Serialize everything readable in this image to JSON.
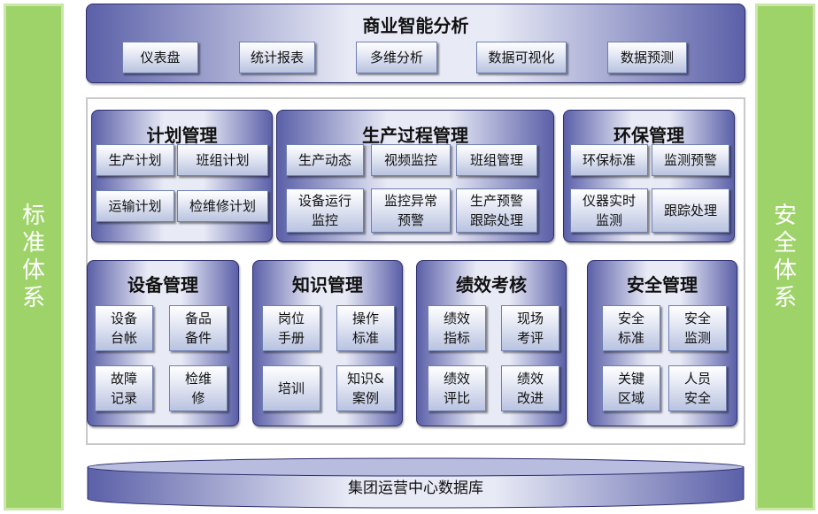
{
  "left_side": {
    "label": "标\n准\n体\n系"
  },
  "right_side": {
    "label": "安\n全\n体\n系"
  },
  "bi": {
    "title": "商业智能分析",
    "items": [
      "仪表盘",
      "统计报表",
      "多维分析",
      "数据可视化",
      "数据预测"
    ]
  },
  "plan": {
    "title": "计划管理",
    "items": [
      "生产计划",
      "班组计划",
      "运输计划",
      "检维修计划"
    ]
  },
  "production": {
    "title": "生产过程管理",
    "items": [
      "生产动态",
      "视频监控",
      "班组管理",
      "设备运行\n监控",
      "监控异常\n预警",
      "生产预警\n跟踪处理"
    ]
  },
  "env": {
    "title": "环保管理",
    "items": [
      "环保标准",
      "监测预警",
      "仪器实时\n监测",
      "跟踪处理"
    ]
  },
  "equipment": {
    "title": "设备管理",
    "items": [
      "设备\n台帐",
      "备品\n备件",
      "故障\n记录",
      "检维\n修"
    ]
  },
  "knowledge": {
    "title": "知识管理",
    "items": [
      "岗位\n手册",
      "操作\n标准",
      "培训",
      "知识&\n案例"
    ]
  },
  "performance": {
    "title": "绩效考核",
    "items": [
      "绩效\n指标",
      "现场\n考评",
      "绩效\n评比",
      "绩效\n改进"
    ]
  },
  "safety": {
    "title": "安全管理",
    "items": [
      "安全\n标准",
      "安全\n监测",
      "关键\n区域",
      "人员\n安全"
    ]
  },
  "database": {
    "label": "集团运营中心数据库"
  },
  "colors": {
    "side_green": "#9ed36a",
    "panel_dark": "#5b60a8",
    "panel_light": "#e8eaf6",
    "border": "#2c2f6e"
  }
}
